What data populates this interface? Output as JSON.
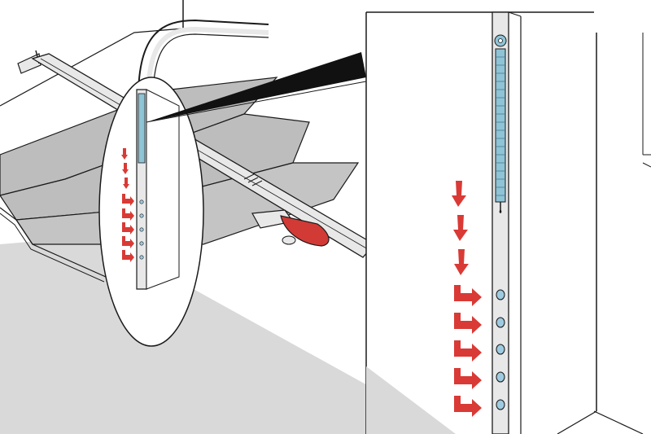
{
  "colors": {
    "background": "#ffffff",
    "outline": "#1a1a1a",
    "floor": "#d9d9d9",
    "door_panel": "#bdbdbd",
    "rail": "#e8e8e8",
    "spring": "#8fc3d6",
    "hole": "#9ecbe0",
    "arrow": "#d93a35",
    "opener_red": "#d23a36"
  },
  "icons": {
    "down_arrow": "red-down-arrow-icon",
    "hook_arrow": "red-hook-arrow-icon"
  },
  "arrows": {
    "zoom_down_count": 3,
    "zoom_hook_count": 5,
    "callout_down_count": 3,
    "callout_hook_count": 5
  },
  "rail_holes": {
    "count": 5
  }
}
